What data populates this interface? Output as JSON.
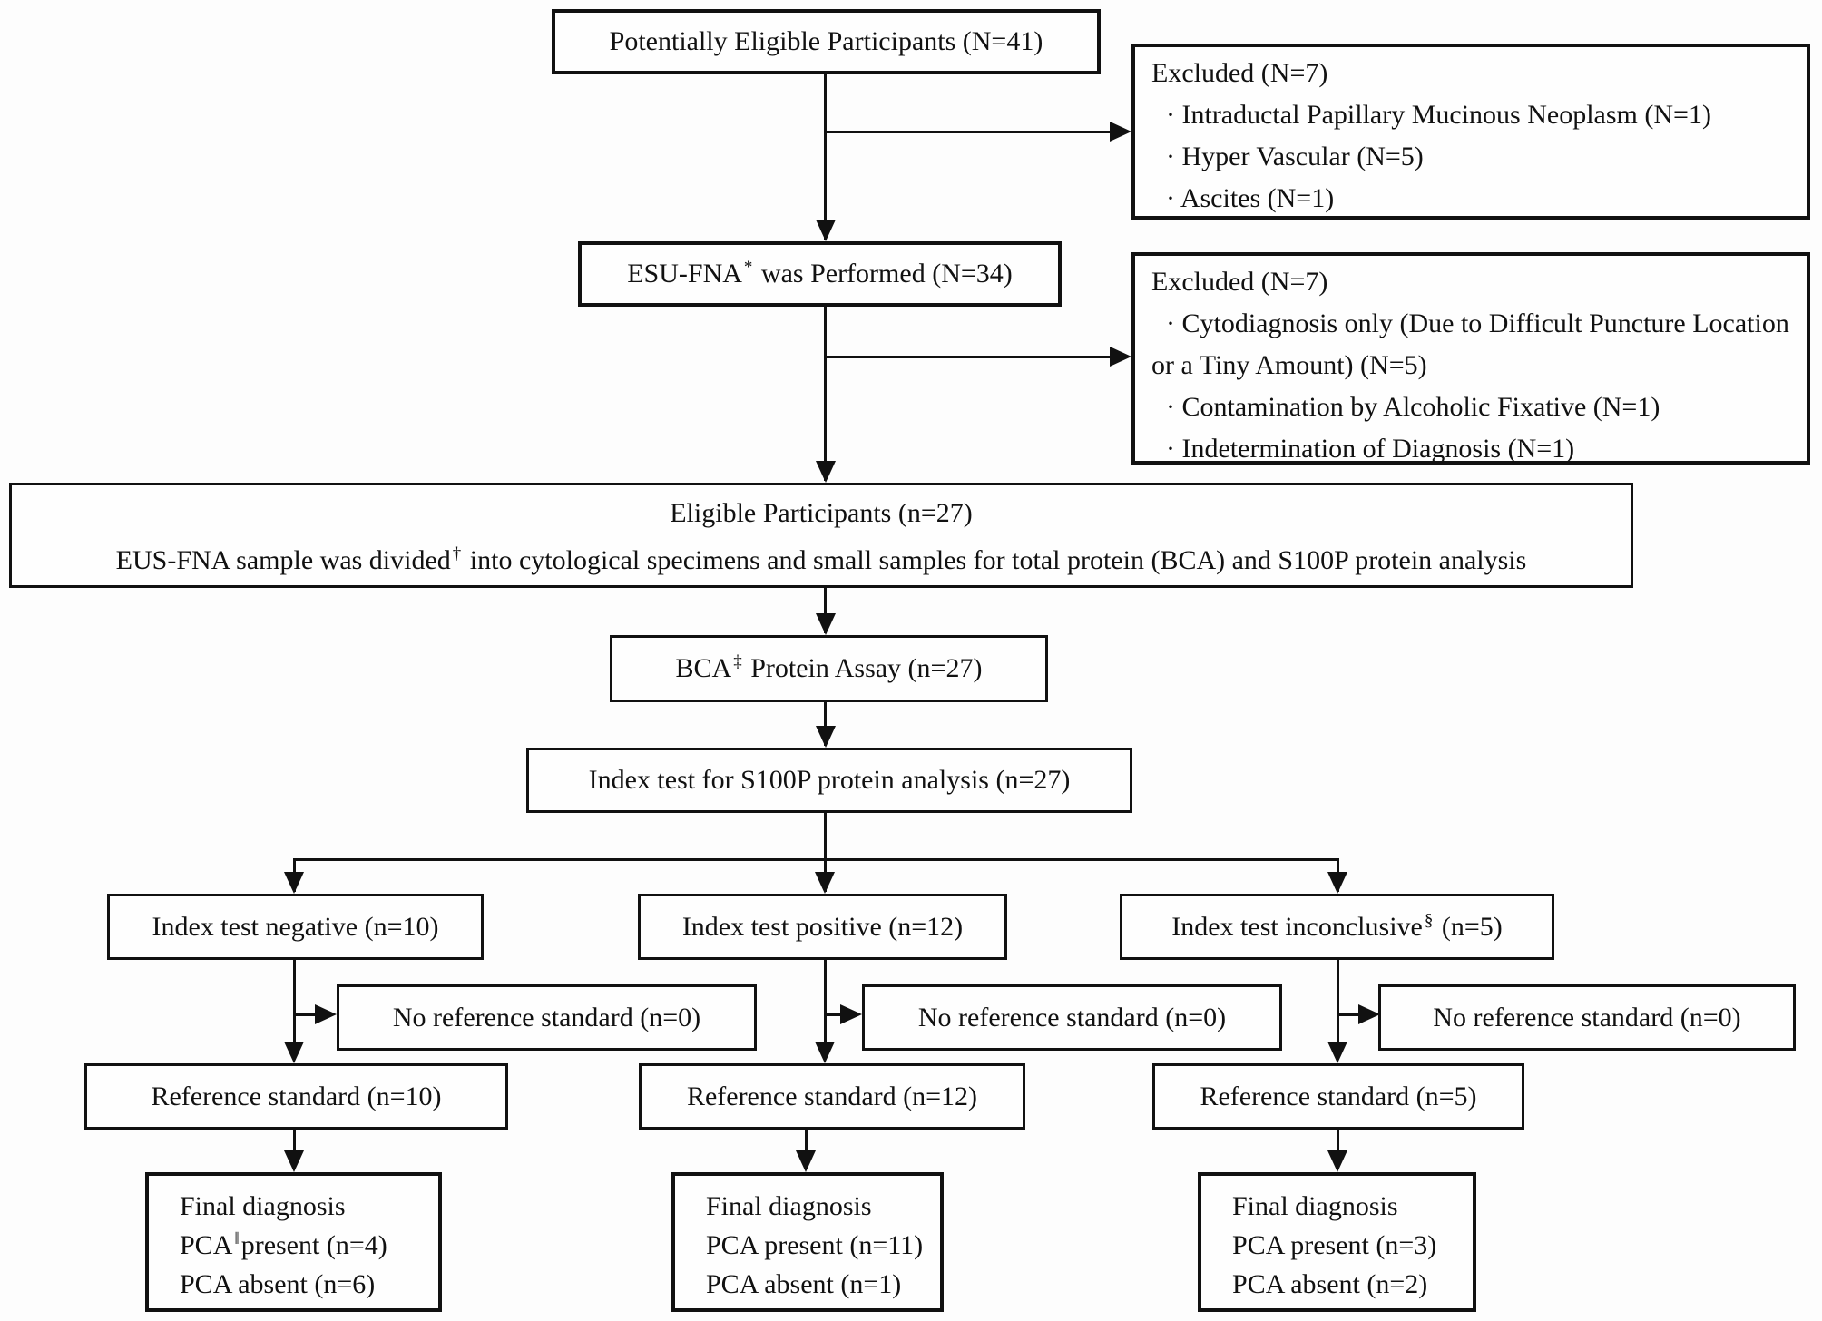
{
  "diagram": {
    "colors": {
      "ink": "#111111",
      "background": "#ffffff"
    },
    "boxes": {
      "potential": {
        "label": "Potentially Eligible Participants (N=41)"
      },
      "excluded_pre_fna": {
        "title": "Excluded (N=7)",
        "items": [
          "· Intraductal Papillary Mucinous Neoplasm (N=1)",
          "· Hyper Vascular (N=5)",
          "· Ascites (N=1)"
        ]
      },
      "esu_fna": {
        "pre": "ESU-FNA",
        "sup": "*",
        "post": " was Performed (N=34)"
      },
      "excluded_post_fna": {
        "title": "Excluded (N=7)",
        "items": [
          "· Cytodiagnosis only (Due to Difficult Puncture Location or a Tiny Amount) (N=5)",
          "· Contamination by Alcoholic Fixative (N=1)",
          "· Indetermination of Diagnosis (N=1)"
        ]
      },
      "eligible": {
        "line1": "Eligible Participants (n=27)",
        "line2_pre": "EUS-FNA sample was divided",
        "line2_sup": "†",
        "line2_post": " into cytological specimens and small samples for total protein (BCA) and S100P protein analysis"
      },
      "bca": {
        "pre": "BCA",
        "sup": "‡",
        "post": " Protein Assay (n=27)"
      },
      "index_test": {
        "label": "Index test for S100P protein analysis (n=27)"
      },
      "index_negative": {
        "label": "Index test negative (n=10)"
      },
      "index_positive": {
        "label": "Index test positive (n=12)"
      },
      "index_inconclusive": {
        "pre": "Index test inconclusive",
        "sup": "§",
        "post": " (n=5)"
      },
      "noref_negative": {
        "label": "No reference standard (n=0)"
      },
      "noref_positive": {
        "label": "No reference standard (n=0)"
      },
      "noref_inconclusive": {
        "label": "No reference standard (n=0)"
      },
      "ref_negative": {
        "label": "Reference standard (n=10)"
      },
      "ref_positive": {
        "label": "Reference standard (n=12)"
      },
      "ref_inconclusive": {
        "label": "Reference standard (n=5)"
      },
      "final_negative": {
        "line1": "Final diagnosis",
        "line2_pre": "PCA",
        "line2_sup": "‖",
        "line2_post": "present (n=4)",
        "line3": "PCA absent (n=6)"
      },
      "final_positive": {
        "line1": "Final diagnosis",
        "line2": "PCA present (n=11)",
        "line3": "PCA absent (n=1)"
      },
      "final_inconclusive": {
        "line1": "Final diagnosis",
        "line2": "PCA present (n=3)",
        "line3": "PCA absent (n=2)"
      }
    }
  }
}
